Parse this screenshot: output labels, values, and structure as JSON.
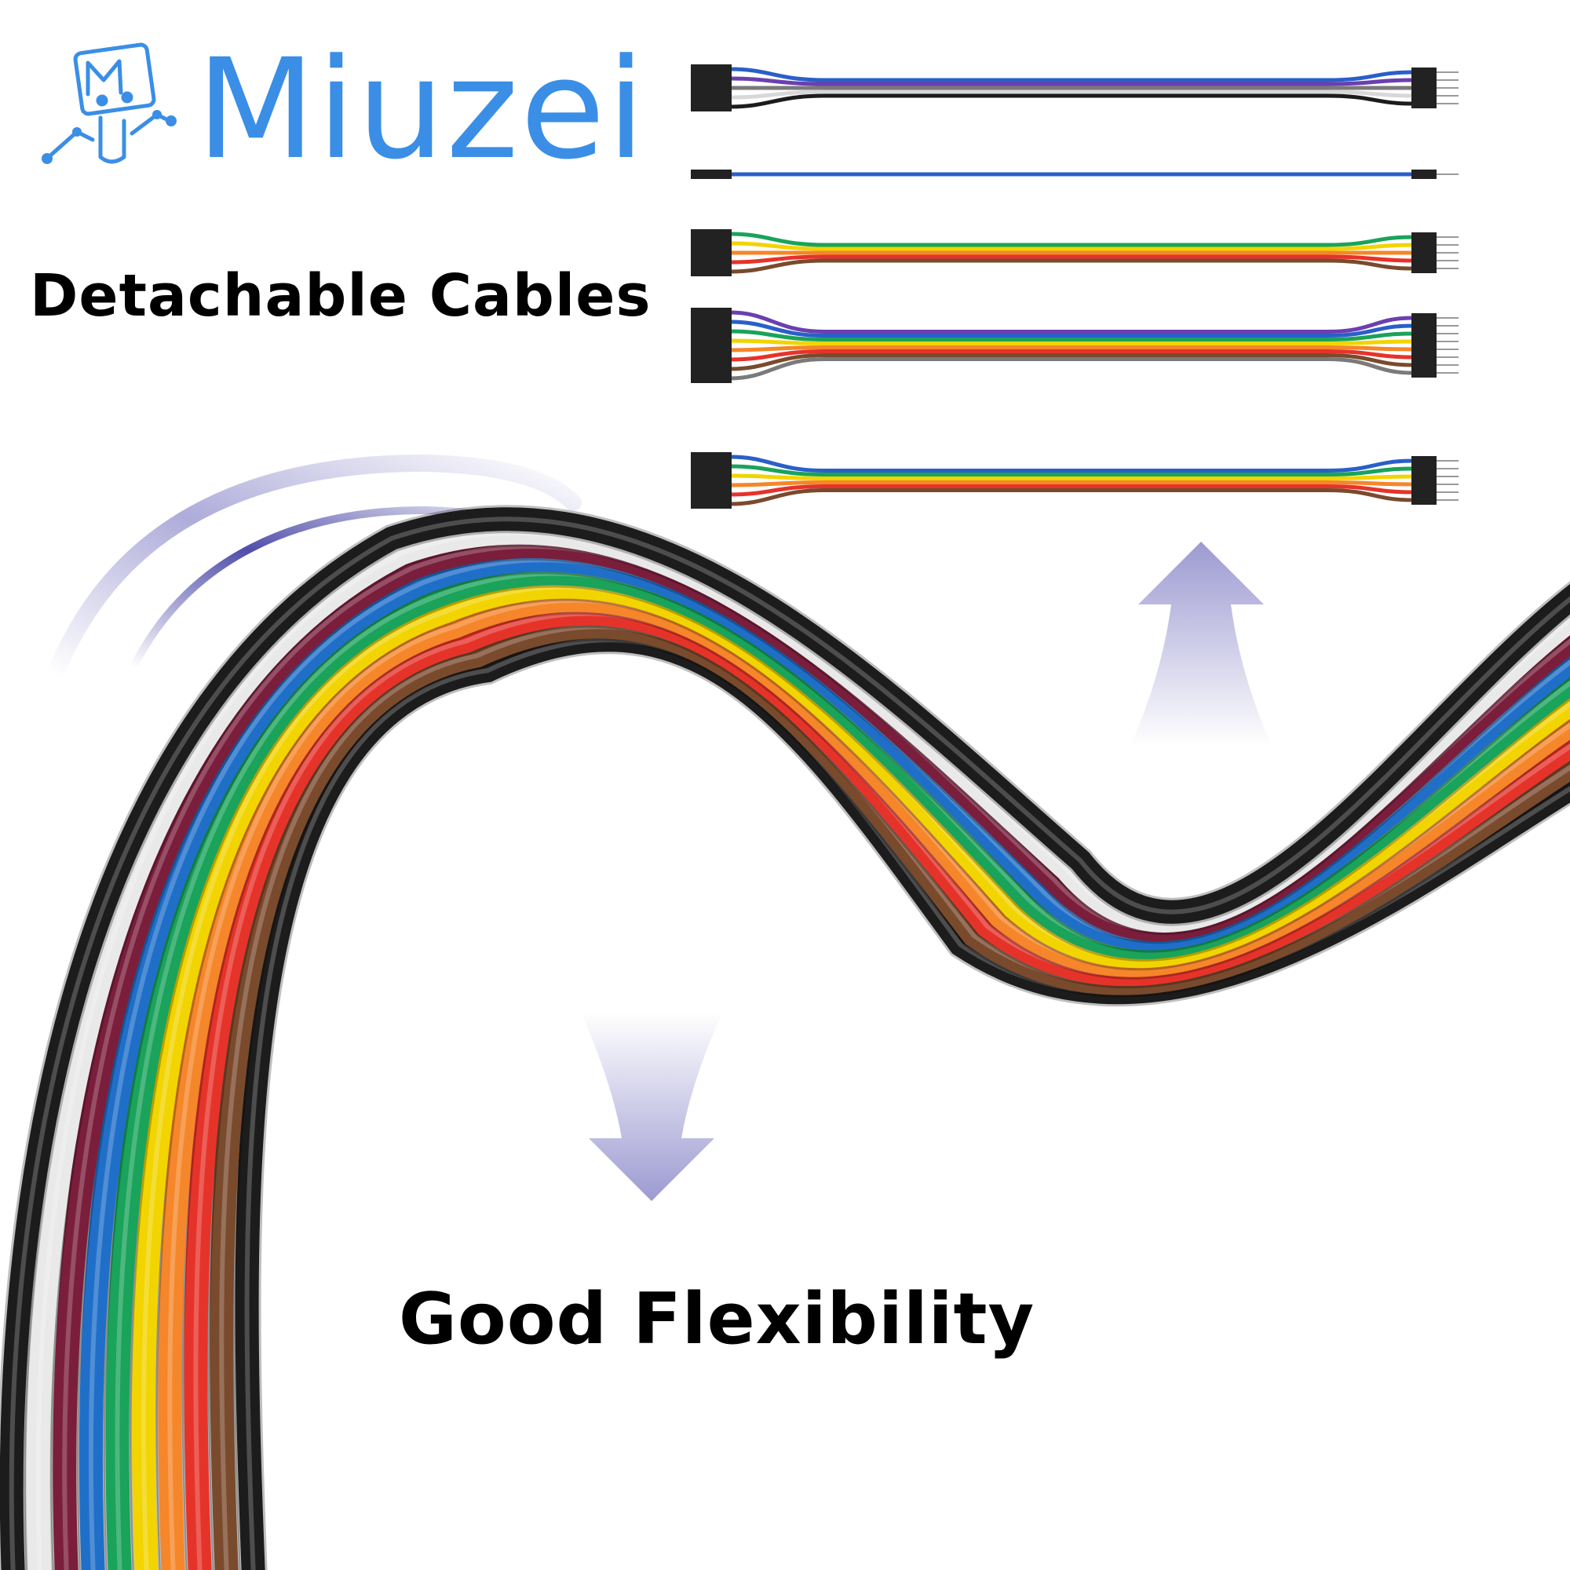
{
  "brand": {
    "name": "Miuzei",
    "logo_icon": "miuzei-robot-logo",
    "color": "#3a8ee6"
  },
  "headlines": {
    "detachable": "Detachable Cables",
    "flexibility": "Good Flexibility"
  },
  "colors": {
    "ribbon": [
      "#1c1c1c",
      "#e9e9e9",
      "#7a1e3c",
      "#1f6fc9",
      "#1aa35a",
      "#f2d400",
      "#f5862a",
      "#e6332a",
      "#7a4a2d",
      "#1c1c1c"
    ],
    "arrow": "#8b88c9",
    "motion_arc": "#3c3aa0"
  },
  "products": {
    "cable_sets": [
      {
        "label_icon": "jumper-wire-bundle-icon",
        "colors": [
          "#2a5fc8",
          "#6b3fb0",
          "#7a7a7a",
          "#ffffff",
          "#1c1c1c"
        ]
      },
      {
        "label_icon": "single-jumper-wire-icon",
        "colors": [
          "#2a5fc8"
        ]
      },
      {
        "label_icon": "jumper-wire-bundle-icon",
        "colors": [
          "#1aa35a",
          "#f2d400",
          "#f5862a",
          "#e6332a",
          "#7a4a2d"
        ]
      },
      {
        "label_icon": "jumper-wire-bundle-icon",
        "colors": [
          "#6b3fb0",
          "#2a5fc8",
          "#1aa35a",
          "#f2d400",
          "#f5862a",
          "#e6332a",
          "#7a4a2d",
          "#7a7a7a"
        ]
      },
      {
        "label_icon": "jumper-wire-bundle-icon",
        "colors": [
          "#2a5fc8",
          "#1aa35a",
          "#f2d400",
          "#f5862a",
          "#e6332a",
          "#7a4a2d"
        ]
      }
    ]
  }
}
